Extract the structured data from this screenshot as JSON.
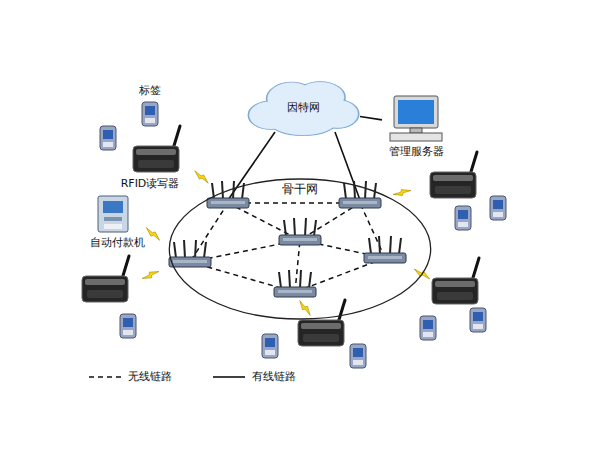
{
  "diagram": {
    "nodes": [
      {
        "text": [
          "因特网"
        ]
      },
      {
        "text": [
          "管理服务器"
        ]
      },
      {
        "text": [
          "骨干网"
        ]
      },
      {
        "text": [
          "标签"
        ]
      },
      {
        "text": [
          "RFID读写器"
        ]
      },
      {
        "text": [
          "自动付款机"
        ]
      }
    ],
    "edges": [
      {
        "from": 0,
        "to": 1,
        "arrow": "none"
      }
    ],
    "legend": [
      {
        "text": "无线链路"
      },
      {
        "text": "有线链路"
      }
    ]
  }
}
